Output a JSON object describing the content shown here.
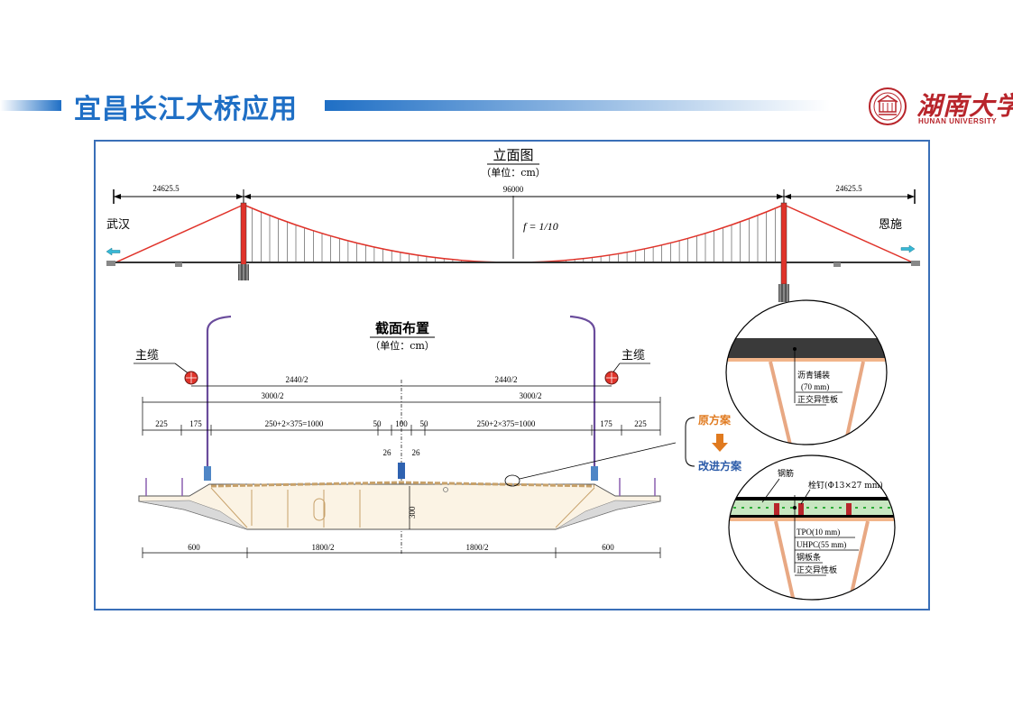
{
  "header": {
    "title": "宜昌长江大桥应用",
    "logo_cn": "湖南大学",
    "logo_en": "HUNAN UNIVERSITY",
    "accent_color": "#1f6fc5",
    "logo_color": "#b8252b"
  },
  "elevation": {
    "title": "立面图",
    "unit": "（单位：cm）",
    "span_left": "24625.5",
    "span_main": "96000",
    "span_right": "24625.5",
    "sag": "f = 1/10",
    "left_city": "武汉",
    "right_city": "恩施",
    "cable_color": "#e0332a"
  },
  "section": {
    "title": "截面布置",
    "unit": "（单位：cm）",
    "main_cable_left": "主缆",
    "main_cable_right": "主缆",
    "dims_row1": [
      "2440/2",
      "2440/2"
    ],
    "dims_row2": [
      "3000/2",
      "3000/2"
    ],
    "dims_row3": [
      "225",
      "175",
      "250+2×375=1000",
      "50",
      "100",
      "50",
      "250+2×375=1000",
      "175",
      "225"
    ],
    "dims_small": [
      "26",
      "26"
    ],
    "depth": "300",
    "dims_bottom": [
      "600",
      "1800/2",
      "1800/2",
      "600"
    ]
  },
  "scheme": {
    "original": "原方案",
    "improved": "改进方案",
    "color": "#e07a1f"
  },
  "detail_top": {
    "layer1": "沥青铺装",
    "layer1_thk": "(70 mm)",
    "layer2": "正交异性板"
  },
  "detail_bottom": {
    "rebar": "钢筋",
    "stud": "栓钉(Φ13×27 mm)",
    "layers": [
      "TPO(10 mm)",
      "UHPC(55 mm)",
      "钢板条",
      "正交异性板"
    ]
  }
}
